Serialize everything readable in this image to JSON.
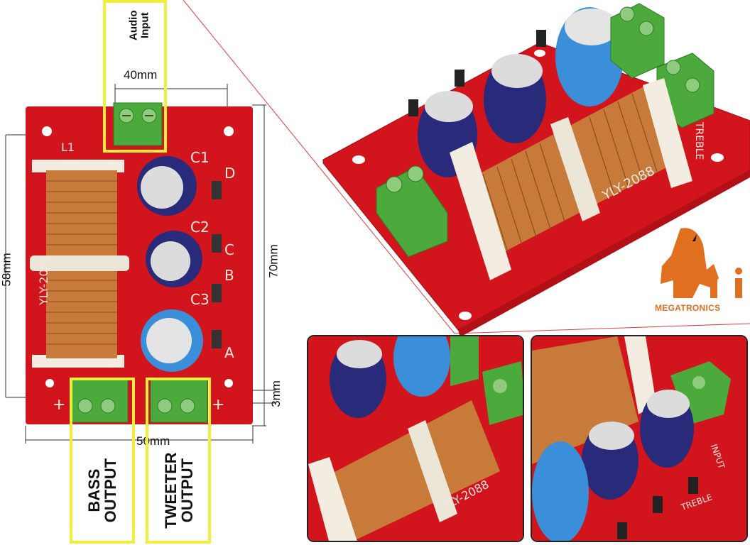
{
  "dimensions": {
    "width_top": "40mm",
    "height_left": "58mm",
    "height_right": "70mm",
    "width_bottom": "50mm",
    "offset_right": "3mm"
  },
  "io_labels": {
    "audio_input": [
      "Audio",
      "Input"
    ],
    "bass_output": [
      "BASS",
      "OUTPUT"
    ],
    "tweeter_output": [
      "TWEETER",
      "OUTPUT"
    ]
  },
  "board": {
    "model": "YLY-2088",
    "silkscreen": {
      "c1": "C1",
      "c2": "C2",
      "c3": "C3",
      "l1": "L1",
      "pads": [
        "D",
        "C",
        "B",
        "A"
      ],
      "plus": "+",
      "minus": "-",
      "treble": "TREBLE",
      "input": "INPUT"
    }
  },
  "brand": {
    "name": "MEGATRONICS",
    "color": "#e07020"
  },
  "colors": {
    "pcb": "#d2141c",
    "terminal": "#4caa3c",
    "highlight": "#f2ef3a",
    "coil": "#c87a3a",
    "cap_blue_dark": "#2a2a7a",
    "cap_blue_light": "#3a8fd8"
  }
}
